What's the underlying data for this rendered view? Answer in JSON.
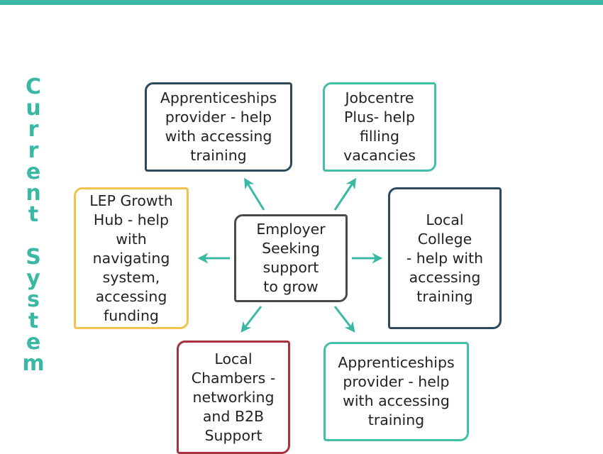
{
  "side_title": "Current System",
  "colors": {
    "accent": "#3bb8a4",
    "navy": "#2d4a5c",
    "teal": "#42bfa9",
    "yellow": "#f2c14e",
    "gray": "#4a4a4a",
    "red": "#a63140"
  },
  "nodes": {
    "center": "Employer\nSeeking\nsupport\nto grow",
    "apprenticeships_top": "Apprenticeships\nprovider - help\nwith accessing\ntraining",
    "jobcentre": "Jobcentre\nPlus- help\nfilling\nvacancies",
    "lep": "LEP Growth\nHub - help\nwith\nnavigating\nsystem,\naccessing\nfunding",
    "college": "Local\nCollege\n- help with\naccessing\ntraining",
    "chambers": "Local\nChambers -\nnetworking\nand B2B\nSupport",
    "apprenticeships_bottom": "Apprenticeships\nprovider - help\nwith accessing\ntraining"
  }
}
